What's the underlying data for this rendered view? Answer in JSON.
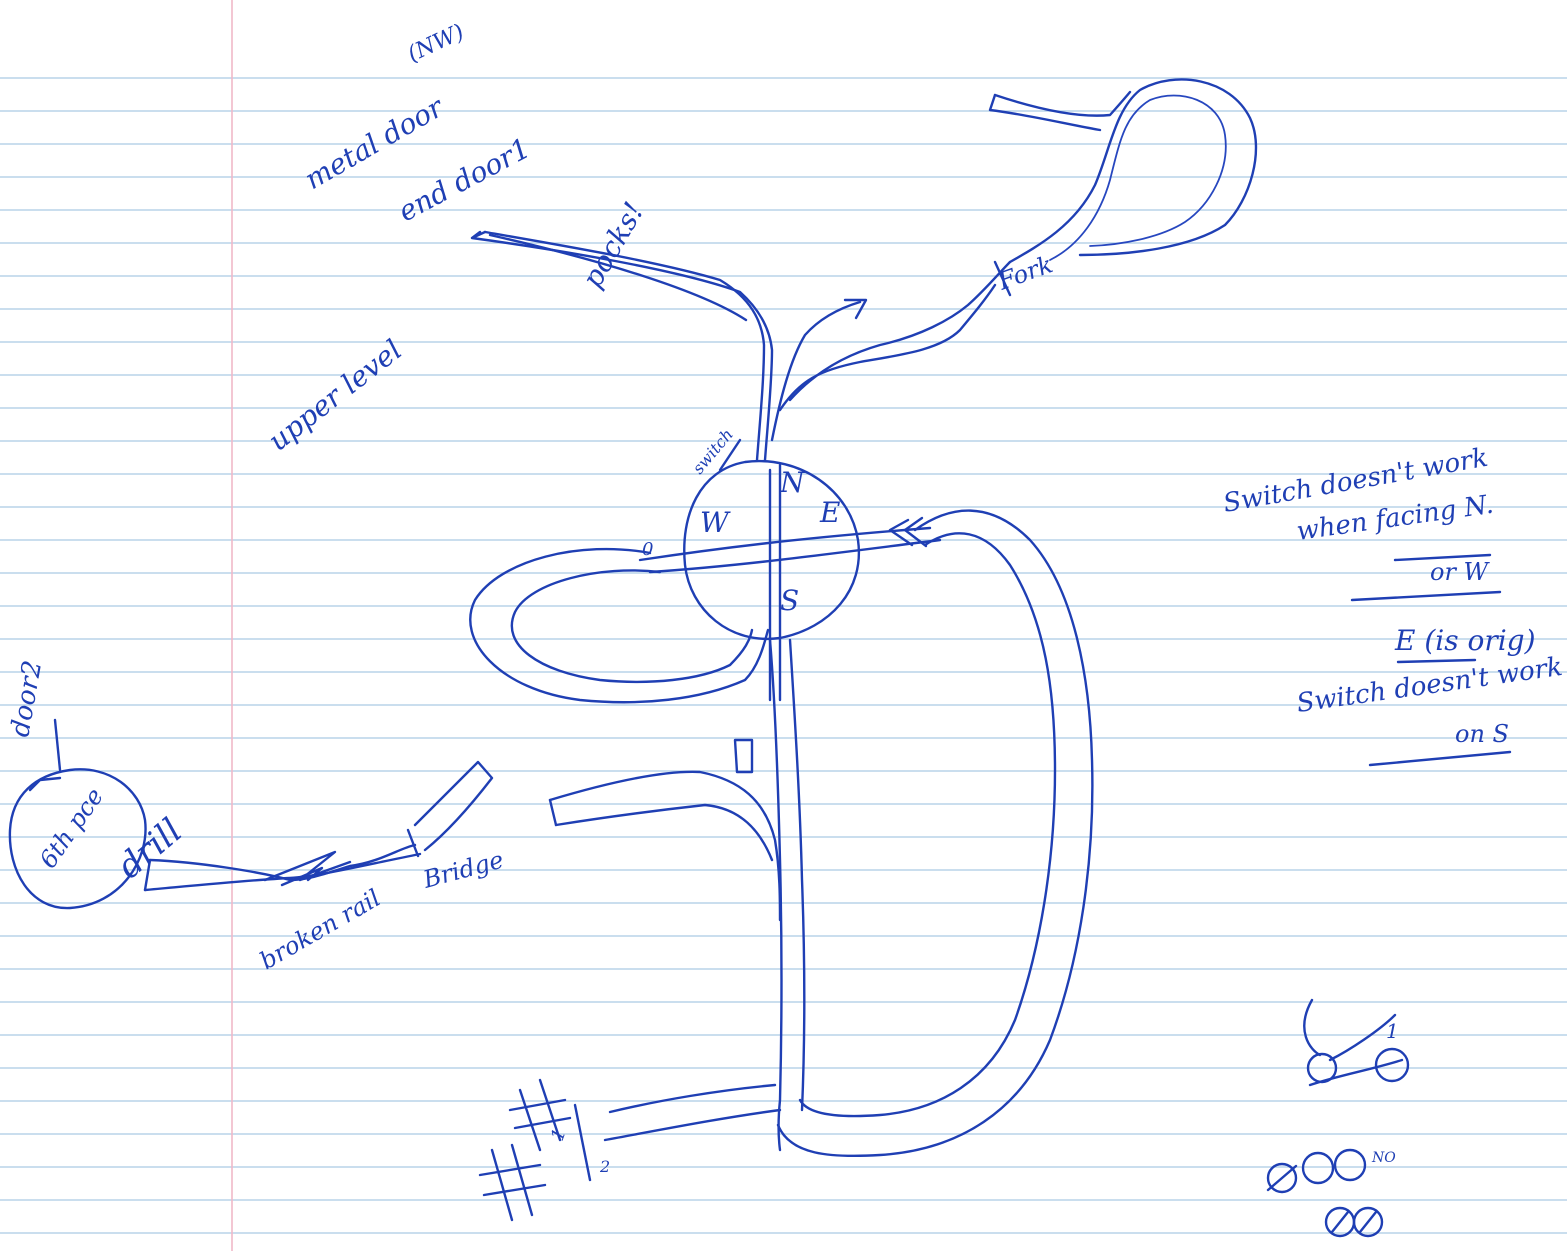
{
  "paper": {
    "rule_color": "#b9d3e8",
    "margin_color": "#f0b9c8",
    "ink_color": "#1f3fb4"
  },
  "notes": {
    "nw_tag": "(NW)",
    "metal_door": "metal door",
    "end_door": "end door1",
    "pocks": "pocks!",
    "upper_level": "upper level",
    "fork": "Fork",
    "switch": "switch",
    "compass_n": "N",
    "compass_w": "W",
    "compass_e": "E",
    "compass_s": "S",
    "zero": "0",
    "door2": "door2",
    "sixth_piece": "6th pce",
    "drill": "drill",
    "bridge": "Bridge",
    "broken_rail": "broken rail",
    "marker_1": "1",
    "marker_2": "2",
    "no": "NO"
  },
  "side_notes": {
    "line1": "Switch doesn't work",
    "line2": "when facing N.",
    "line3": "or W",
    "line4": "E (is orig)",
    "line5": "Switch doesn't work",
    "line6": "on S"
  }
}
